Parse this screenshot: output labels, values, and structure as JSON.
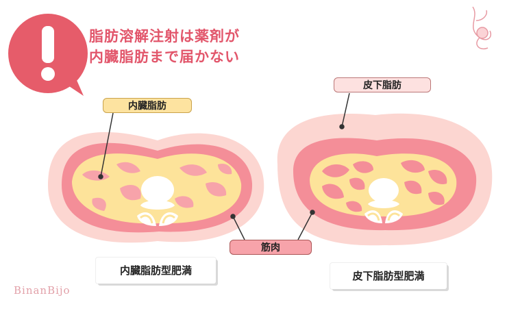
{
  "heading": {
    "line1": "脂肪溶解注射は薬剤が",
    "line2": "内臓脂肪まで届かない"
  },
  "labels": {
    "visceral_fat": "内臓脂肪",
    "subcutaneous_fat": "皮下脂肪",
    "muscle": "筋肉"
  },
  "captions": {
    "left": "内臓脂肪型肥満",
    "right": "皮下脂肪型肥満"
  },
  "logo_text": "BinanBijo",
  "colors": {
    "accent": "#e2566b",
    "skin": "#fdd6d2",
    "muscle": "#f48e98",
    "fat": "#fde39a",
    "bone": "#ffffff"
  },
  "icons": [
    "exclamation-icon",
    "floral-ornament-icon"
  ]
}
